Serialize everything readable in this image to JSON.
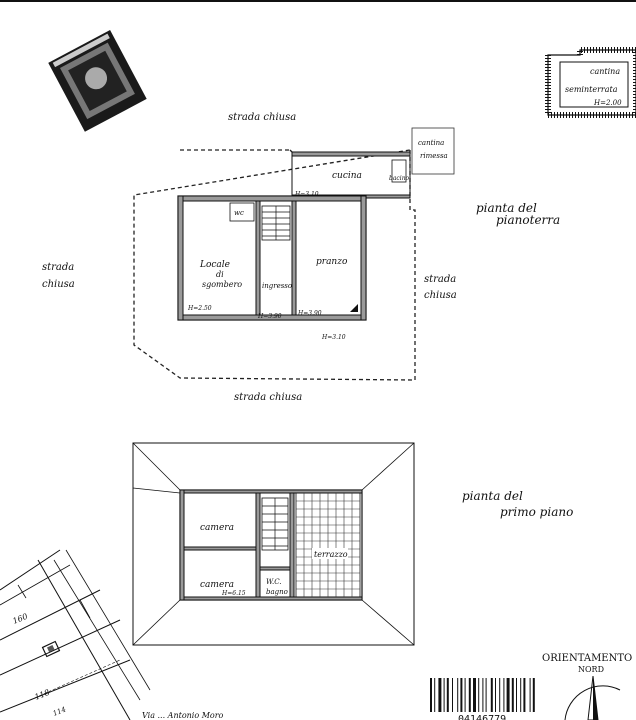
{
  "sheet": {
    "title_stamp": "",
    "top_rule": true
  },
  "ground_floor": {
    "title_line1": "pianta del",
    "title_line2": "pianoterra",
    "surround_labels": {
      "top": "strada chiusa",
      "left_line1": "strada",
      "left_line2": "chiusa",
      "right_line1": "strada",
      "right_line2": "chiusa",
      "bottom": "strada chiusa"
    },
    "rooms": {
      "cucina": "cucina",
      "pozzo": "bacino",
      "locale_line1": "Locale",
      "locale_line2": "di",
      "locale_line3": "sgombero",
      "ingresso": "ingresso",
      "pranzo": "pranzo",
      "wc": "wc"
    },
    "heights": {
      "cucina": "H=3.10",
      "locale": "H=2.50",
      "ingresso": "H=3.90",
      "pranzo": "H=3.90",
      "outer": "H=3.10"
    },
    "annex_label_line1": "cantina",
    "annex_label_line2": "rimessa"
  },
  "basement_key": {
    "label_line1": "cantina",
    "label_line2": "seminterrata",
    "label_line3": "H=2.00"
  },
  "first_floor": {
    "title_line1": "pianta del",
    "title_line2": "primo piano",
    "rooms": {
      "camera_top": "camera",
      "camera_bottom": "camera",
      "wc_line1": "W.C.",
      "wc_line2": "bagno",
      "terrazzo": "terrazzo"
    },
    "heights": {
      "camera": "H=6.15"
    }
  },
  "cadastral": {
    "parcels": [
      "160",
      "118",
      "114"
    ],
    "bottom_note": "Via ... Antonio Moro"
  },
  "orientation": {
    "title": "ORIENTAMENTO",
    "north": "NORD"
  },
  "barcode": {
    "number": "04146779"
  }
}
